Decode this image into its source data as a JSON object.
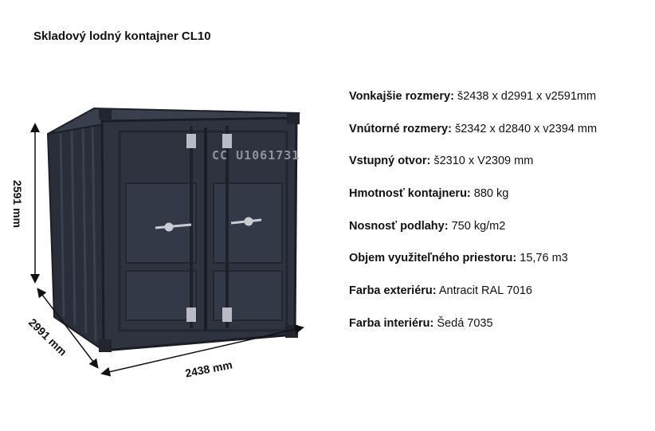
{
  "page": {
    "title": "Skladový lodný kontajner CL10"
  },
  "container": {
    "marking": "CC U1061731",
    "color": "#2f3340"
  },
  "dimensions": {
    "height": "2591 mm",
    "depth": "2991 mm",
    "width": "2438 mm"
  },
  "specs": [
    {
      "label": "Vonkajšie rozmery:",
      "value": "š2438 x d2991 x v2591mm"
    },
    {
      "label": "Vnútorné rozmery:",
      "value": "š2342 x d2840 x v2394 mm"
    },
    {
      "label": "Vstupný otvor:",
      "value": "š2310 x V2309 mm"
    },
    {
      "label": "Hmotnosť kontajneru:",
      "value": "880 kg"
    },
    {
      "label": "Nosnosť podlahy:",
      "value": "750 kg/m2"
    },
    {
      "label": "Objem využiteľného priestoru:",
      "value": "15,76 m3"
    },
    {
      "label": "Farba exteriéru:",
      "value": "Antracit RAL 7016"
    },
    {
      "label": "Farba interiéru:",
      "value": "Šedá 7035"
    }
  ]
}
